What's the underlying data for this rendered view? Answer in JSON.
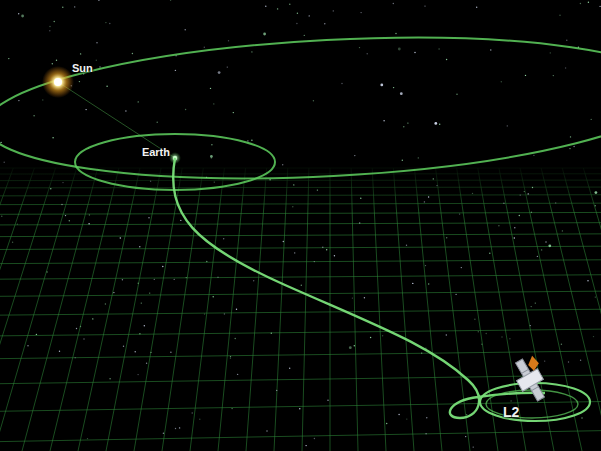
{
  "diagram": {
    "labels": [
      "Sun",
      "Earth",
      "L2"
    ]
  }
}
